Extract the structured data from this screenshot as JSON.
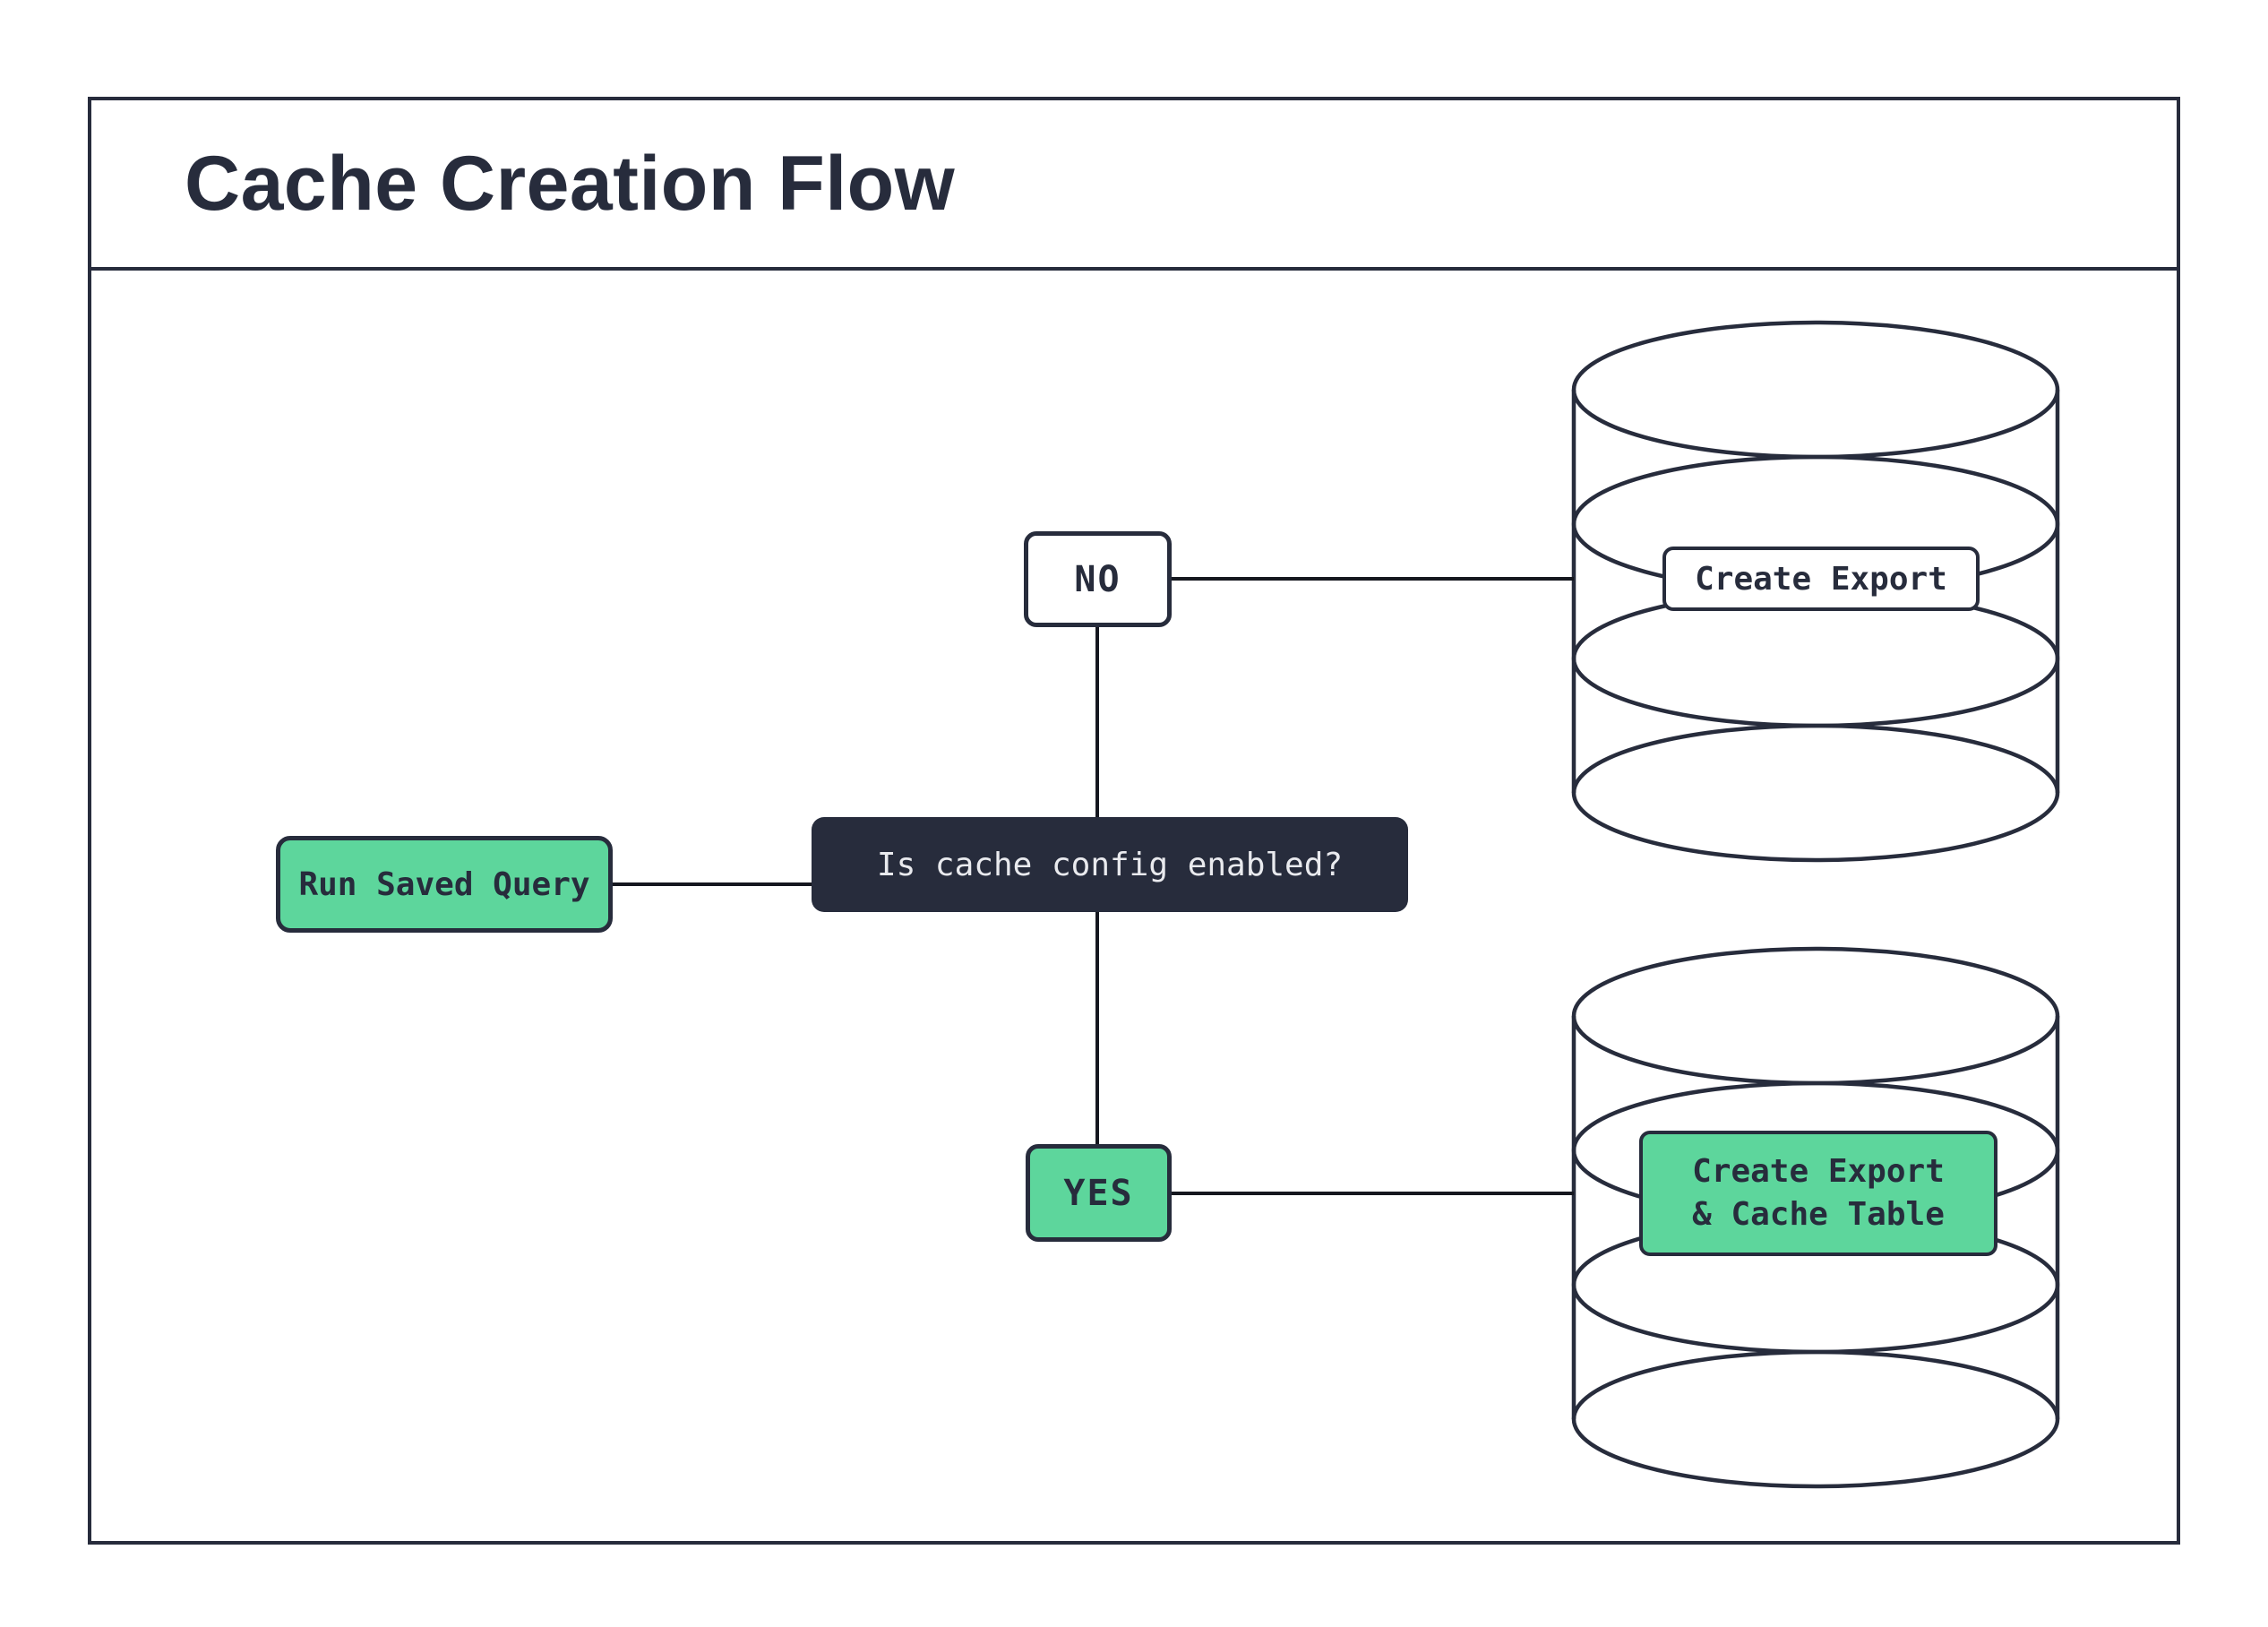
{
  "header": {
    "title": "Cache Creation Flow"
  },
  "nodes": {
    "run_query": {
      "label": "Run Saved Query"
    },
    "question": {
      "label": "Is cache config enabled?"
    },
    "no_branch": {
      "label": "NO"
    },
    "yes_branch": {
      "label": "YES"
    },
    "export": {
      "label": "Create Export"
    },
    "export_cache": {
      "line1": "Create Export",
      "line2": "& Cache Table"
    }
  },
  "icons": {
    "top": "database-cylinder-icon",
    "bottom": "database-cylinder-icon"
  },
  "colors": {
    "navy": "#272C3C",
    "green": "#5DD69C",
    "connector": "#15171F",
    "light_text": "#E9EAEE",
    "background": "#FFFFFF"
  }
}
